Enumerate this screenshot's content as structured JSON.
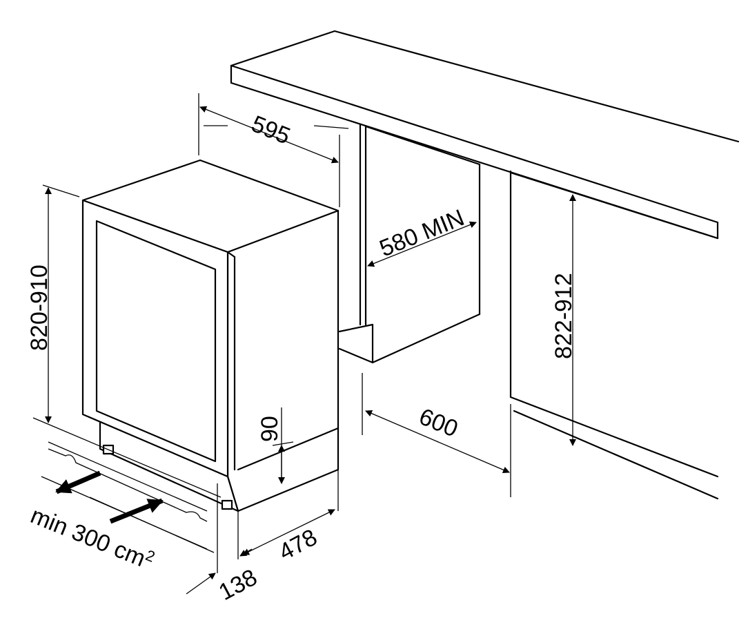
{
  "diagram": {
    "title": "Built-in appliance installation dimensions",
    "dimensions": {
      "width": "595",
      "height": "820-910",
      "niche_depth": "580 MIN",
      "niche_height": "822-912",
      "cabinet_depth": "600",
      "plinth_height": "90",
      "depth": "478",
      "door_depth": "138"
    },
    "ventilation": "min 300 cm",
    "ventilation_superscript": "2"
  }
}
